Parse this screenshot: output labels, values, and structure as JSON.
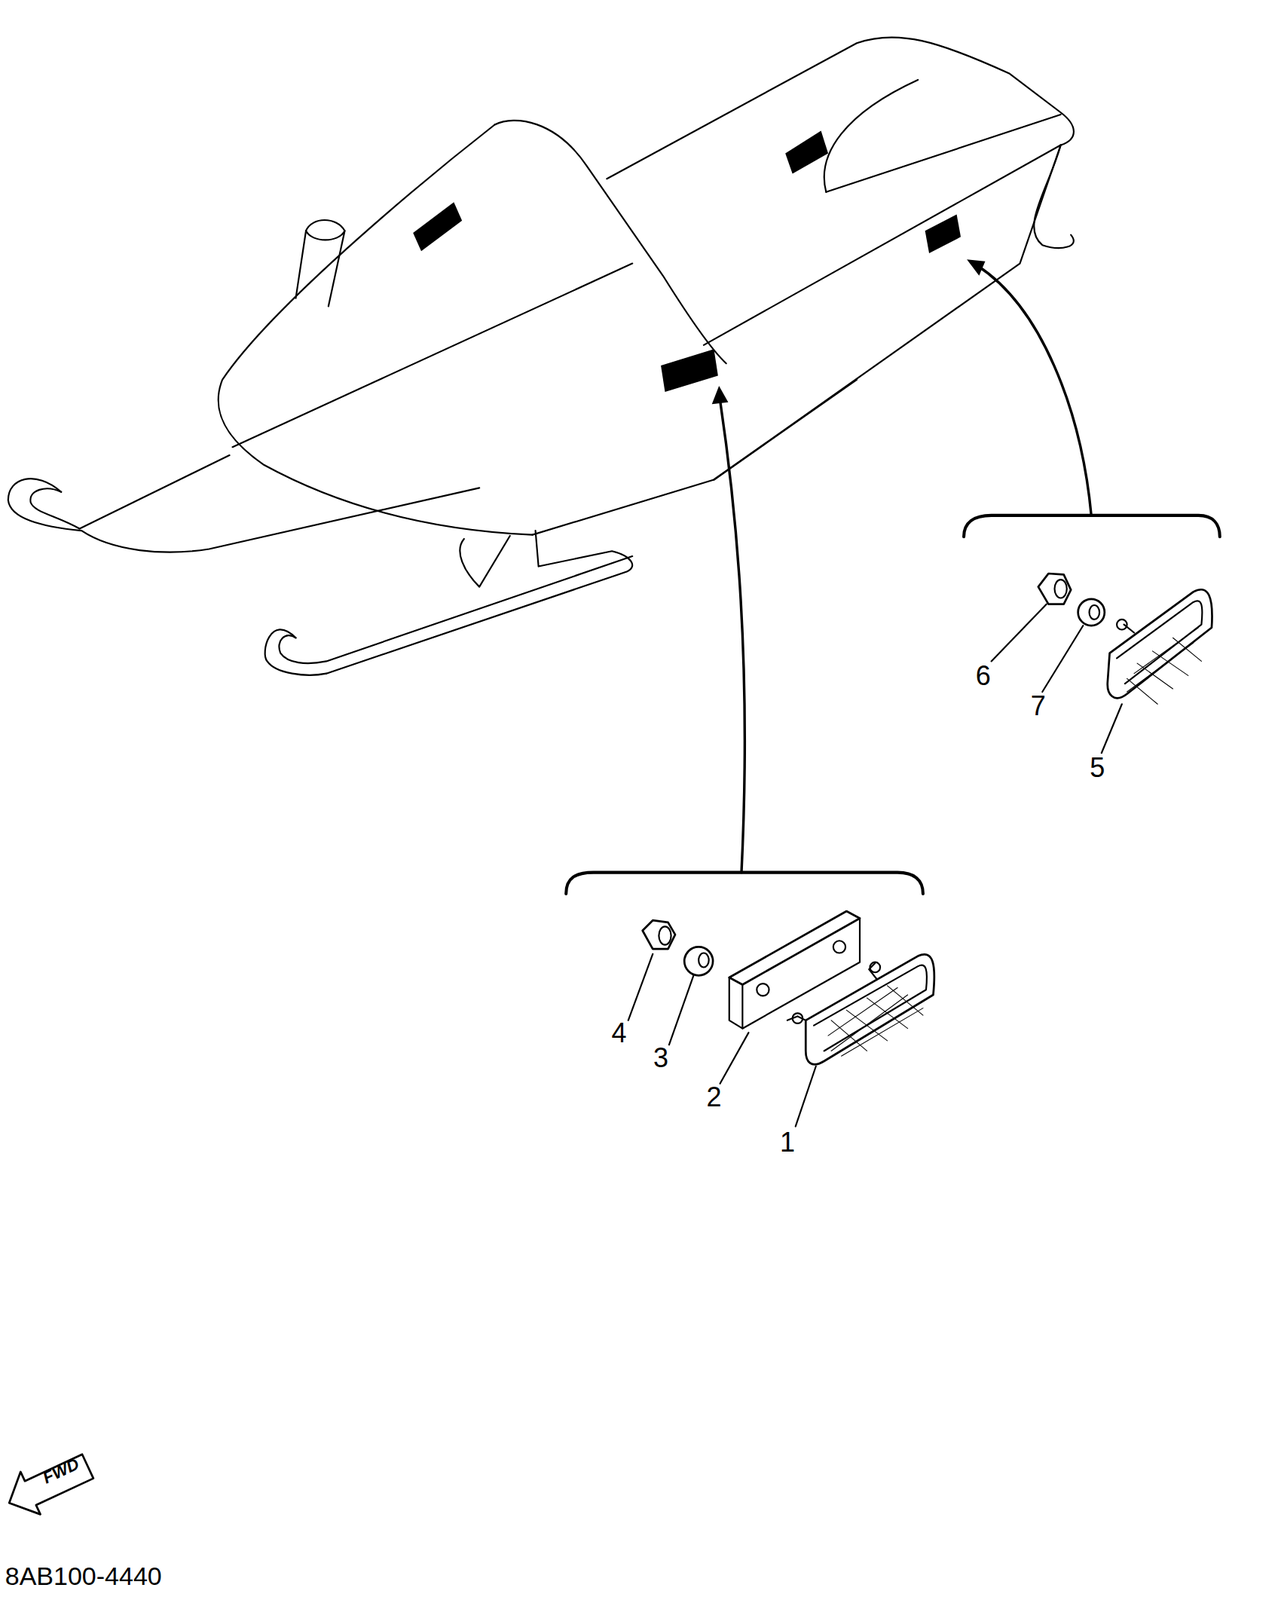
{
  "diagram": {
    "labels": [
      "6",
      "7",
      "5",
      "4",
      "3",
      "2",
      "1",
      "FWD",
      "8AB100-4440"
    ]
  }
}
